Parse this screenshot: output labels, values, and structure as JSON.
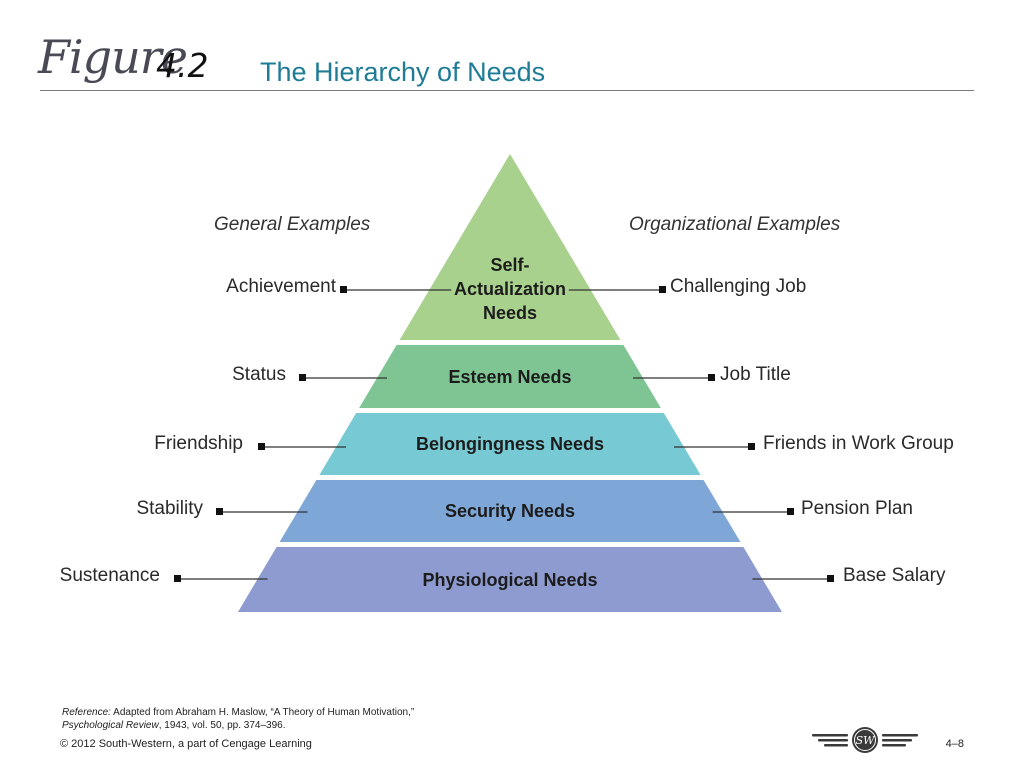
{
  "header": {
    "figure_word": "Figure",
    "figure_number": "4.2",
    "title": "The Hierarchy of Needs"
  },
  "column_headers": {
    "left": "General Examples",
    "right": "Organizational Examples"
  },
  "tiers": [
    {
      "name": "Self-Actualization Needs",
      "label_lines": [
        "Self-",
        "Actualization",
        "Needs"
      ],
      "general_example": "Achievement",
      "organizational_example": "Challenging Job",
      "color": "#a9d18e"
    },
    {
      "name": "Esteem Needs",
      "label_lines": [
        "Esteem Needs"
      ],
      "general_example": "Status",
      "organizational_example": "Job Title",
      "color": "#7fc593"
    },
    {
      "name": "Belongingness Needs",
      "label_lines": [
        "Belongingness Needs"
      ],
      "general_example": "Friendship",
      "organizational_example": "Friends in Work Group",
      "color": "#77cad3"
    },
    {
      "name": "Security Needs",
      "label_lines": [
        "Security Needs"
      ],
      "general_example": "Stability",
      "organizational_example": "Pension Plan",
      "color": "#7ea7d8"
    },
    {
      "name": "Physiological Needs",
      "label_lines": [
        "Physiological Needs"
      ],
      "general_example": "Sustenance",
      "organizational_example": "Base Salary",
      "color": "#8e9bd0"
    }
  ],
  "footer": {
    "reference_label": "Reference:",
    "reference_text": "Adapted from Abraham H. Maslow, “A Theory of Human Motivation,”",
    "reference_journal": "Psychological Review",
    "reference_tail": ", 1943, vol. 50, pp. 374–396.",
    "copyright": "© 2012 South-Western, a part of Cengage Learning",
    "logo_text": "SW",
    "slide_number": "4–8"
  },
  "colors": {
    "title": "#1f7c97",
    "connector": "#333333",
    "rule": "#7a7a7a"
  }
}
